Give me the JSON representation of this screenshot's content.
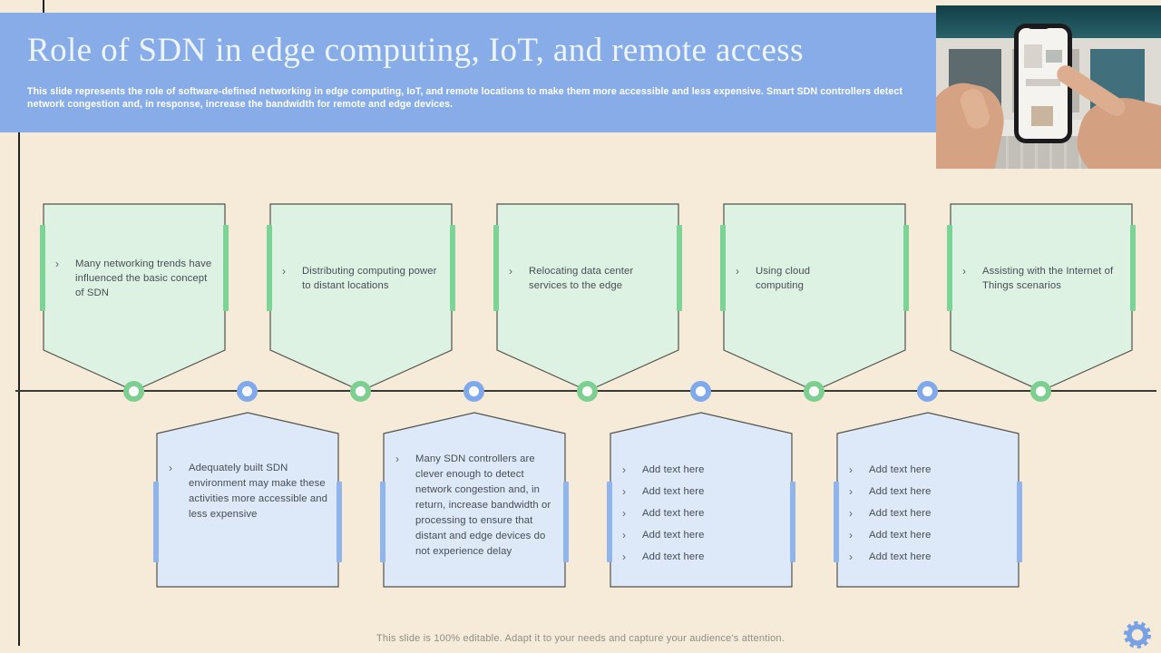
{
  "slide": {
    "title": "Role of SDN in edge computing, IoT, and remote access",
    "subtitle": "This slide represents the role of software-defined networking in edge computing, IoT,  and remote locations to make them more accessible and less expensive. Smart SDN controllers detect network congestion and, in response, increase the bandwidth for remote and edge devices.",
    "footer_note": "This slide is 100% editable.  Adapt it to your needs and capture your audience's attention."
  },
  "ui": {
    "bullet_char": "›",
    "icons": {
      "settings": "gear-icon"
    }
  },
  "colors": {
    "canvas_bg": "#f5ebd8",
    "header_bg": "#88ace8",
    "green_fill": "#def2e3",
    "green_accent": "#7bd395",
    "green_node": "#7ccf90",
    "blue_fill": "#dde8f8",
    "blue_accent": "#90b5ec",
    "blue_node": "#7fa9ea",
    "outline": "#53524a",
    "body_text": "#454e54",
    "footer_text": "#8e8e86",
    "gear": "#79a2e4"
  },
  "top_row": [
    {
      "text": "Many networking trends have influenced the basic concept of SDN"
    },
    {
      "text": "Distributing computing power to distant locations"
    },
    {
      "text": "Relocating data center services to the edge"
    },
    {
      "text": "Using cloud computing"
    },
    {
      "text": "Assisting with the Internet of Things scenarios"
    }
  ],
  "bottom_row": [
    {
      "text": "Adequately built SDN environment  may make these activities more accessible and less expensive"
    },
    {
      "text": "Many SDN controllers are clever enough to detect network congestion and, in return, increase bandwidth  or processing to ensure that distant and edge devices do not experience delay"
    },
    {
      "items": [
        "Add text here",
        "Add text here",
        "Add text here",
        "Add text here",
        "Add text here"
      ]
    },
    {
      "items": [
        "Add text here",
        "Add text here",
        "Add text here",
        "Add text here",
        "Add text here"
      ]
    }
  ]
}
